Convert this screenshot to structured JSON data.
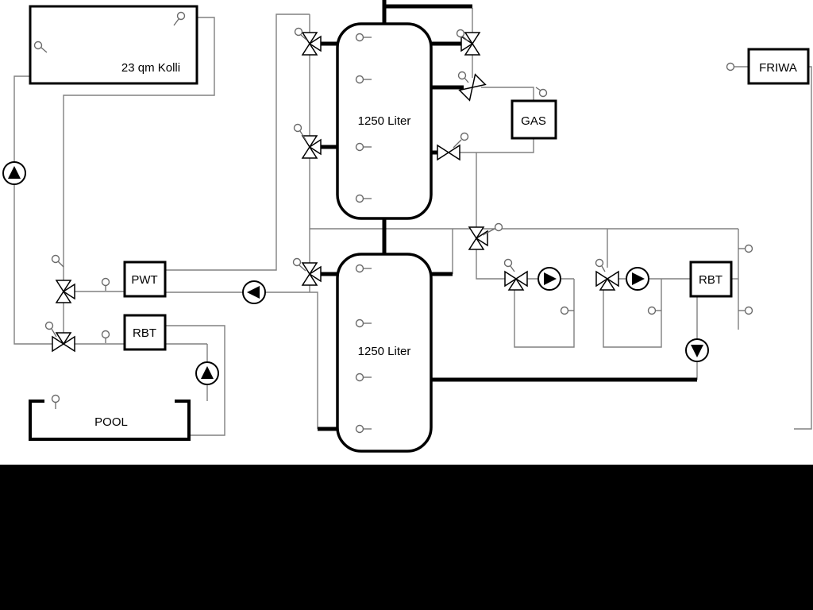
{
  "labels": {
    "collector": "23 qm Kolli",
    "tank_top": "1250 Liter",
    "tank_bottom": "1250 Liter",
    "pwt": "PWT",
    "rbt_pool": "RBT",
    "rbt_right": "RBT",
    "gas": "GAS",
    "friwa": "FRIWA",
    "pool": "POOL"
  },
  "colors": {
    "background": "#ffffff",
    "footer": "#000000",
    "pipe_thick": "#000000",
    "pipe_thin": "#808080",
    "outline": "#000000"
  }
}
